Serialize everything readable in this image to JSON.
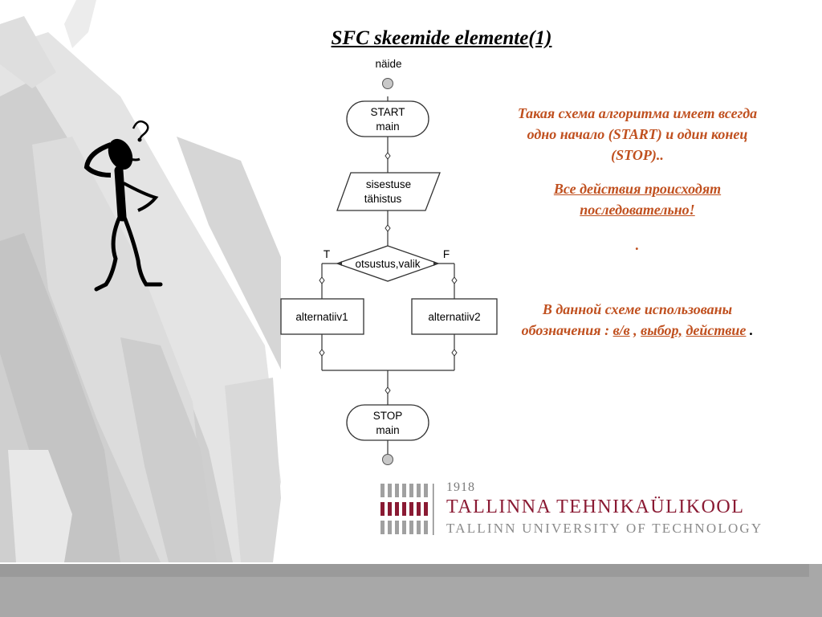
{
  "slide": {
    "title": "SFC skeemide elemente(1)"
  },
  "flowchart": {
    "top_label": "näide",
    "start_line1": "START",
    "start_line2": "main",
    "input_line1": "sisestuse",
    "input_line2": "tähistus",
    "decision_label": "otsustus,valik",
    "true_label": "T",
    "false_label": "F",
    "alt1_label": "alternatiiv1",
    "alt2_label": "alternatiiv2",
    "stop_line1": "STOP",
    "stop_line2": "main"
  },
  "text": {
    "para1": "Такая схема алгоритма имеет всегда одно начало (START) и один конец (STOP)..",
    "para2": "Все действия происходят последовательно!",
    "para2_dot": ".",
    "para3_intro": "В данной схеме использованы обозначения :",
    "para3_link1": "в/в",
    "para3_sep": ",",
    "para3_link2": "выбор,",
    "para3_link3": "действие",
    "para3_end": "."
  },
  "logo": {
    "year": "1918",
    "name": "TALLINNA TEHNIKAÜLIKOOL",
    "subtitle": "TALLINN UNIVERSITY OF TECHNOLOGY"
  },
  "colors": {
    "accent_text": "#c0501f",
    "logo_red": "#8a1a33",
    "bar_gray": "#a8a8a8"
  },
  "icons": {
    "thinking_figure": "stick-figure-question-icon"
  }
}
